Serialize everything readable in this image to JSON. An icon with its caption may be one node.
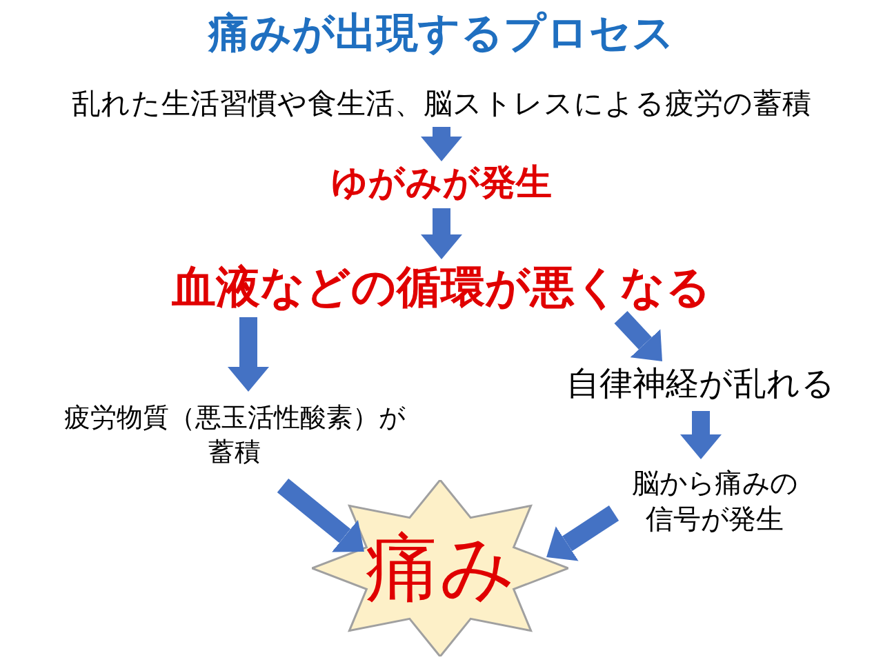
{
  "diagram": {
    "title": "痛みが出現するプロセス",
    "nodes": [
      {
        "text": [
          "乱れた生活習慣や食生活、脳ストレスによる疲労の蓄積"
        ]
      },
      {
        "text": [
          "ゆがみが発生"
        ]
      },
      {
        "text": [
          "血液などの循環が悪くなる"
        ]
      },
      {
        "text": [
          "疲労物質（悪玉活性酸素）が蓄積"
        ]
      },
      {
        "text": [
          "自律神経が乱れる"
        ]
      },
      {
        "text": [
          "脳から痛みの信号が発生"
        ]
      },
      {
        "text": [
          "痛み"
        ]
      }
    ],
    "edges": [
      {
        "from": 0,
        "to": 1,
        "arrow": "to"
      },
      {
        "from": 1,
        "to": 2,
        "arrow": "to"
      },
      {
        "from": 2,
        "to": 3,
        "arrow": "to"
      },
      {
        "from": 2,
        "to": 4,
        "arrow": "to"
      },
      {
        "from": 4,
        "to": 5,
        "arrow": "to"
      },
      {
        "from": 3,
        "to": 6,
        "arrow": "to"
      },
      {
        "from": 5,
        "to": 6,
        "arrow": "to"
      }
    ]
  }
}
